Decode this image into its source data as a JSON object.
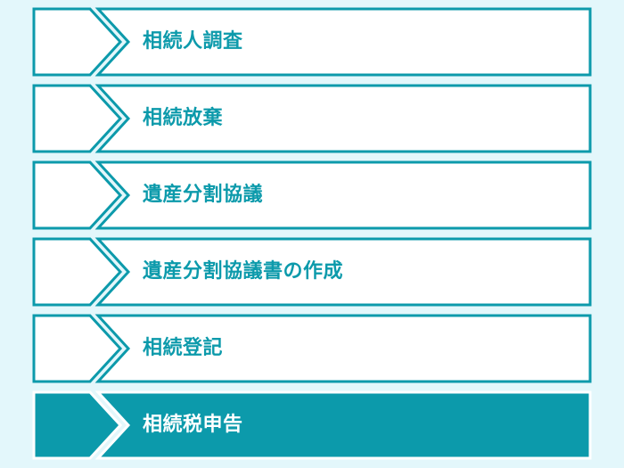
{
  "colors": {
    "accent": "#0c9aab",
    "active_fill": "#0c9aab",
    "inactive_fill": "#ffffff",
    "background": "#e3f7fb",
    "active_text": "#ffffff"
  },
  "steps": [
    {
      "label": "相続人調査",
      "state": "inactive"
    },
    {
      "label": "相続放棄",
      "state": "inactive"
    },
    {
      "label": "遺産分割協議",
      "state": "inactive"
    },
    {
      "label": "遺産分割協議書の作成",
      "state": "inactive"
    },
    {
      "label": "相続登記",
      "state": "inactive"
    },
    {
      "label": "相続税申告",
      "state": "active"
    }
  ]
}
